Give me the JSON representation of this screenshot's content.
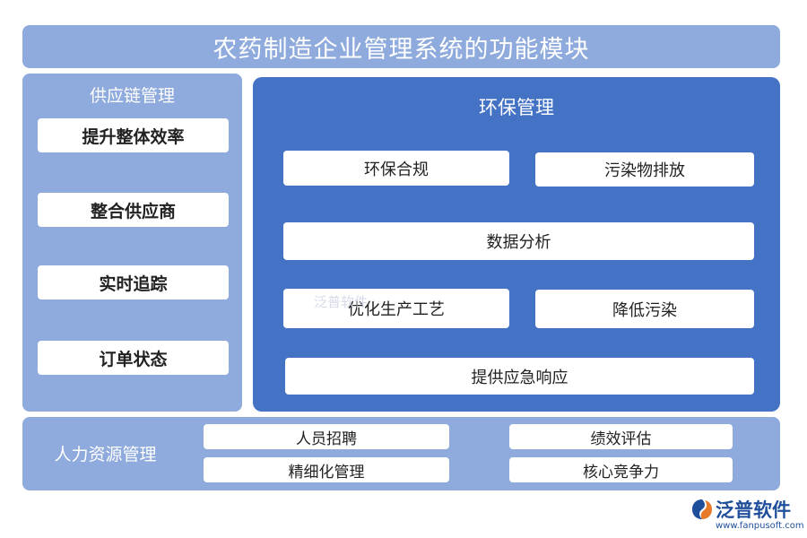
{
  "title": "农药制造企业管理系统的功能模块",
  "left": {
    "heading": "供应链管理",
    "items": [
      "提升整体效率",
      "整合供应商",
      "实时追踪",
      "订单状态"
    ]
  },
  "center": {
    "heading": "环保管理",
    "items": [
      "环保合规",
      "污染物排放",
      "数据分析",
      "优化生产工艺",
      "降低污染",
      "提供应急响应"
    ]
  },
  "bottom": {
    "heading": "人力资源管理",
    "items": [
      "人员招聘",
      "绩效评估",
      "精细化管理",
      "核心竞争力"
    ]
  },
  "watermark": "泛普软件",
  "brand": {
    "name": "泛普软件",
    "url": "www.fanpusoft.com"
  },
  "colors": {
    "panel_light": "#8faadc",
    "panel_dark": "#4472c4",
    "brand": "#1f4e9b"
  }
}
